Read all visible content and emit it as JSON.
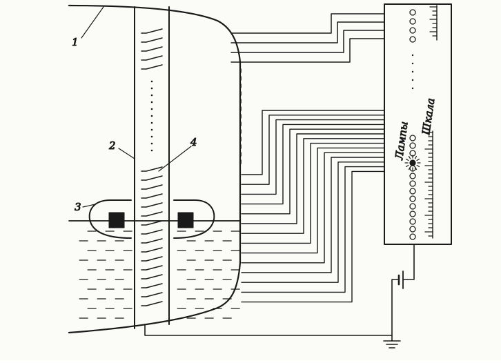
{
  "callouts": [
    "1",
    "2",
    "3",
    "4"
  ],
  "panel": {
    "lamps_label": "Лампы",
    "scale_label": "Шкала"
  },
  "colors": {
    "ink": "#1a1a1a",
    "paper": "#fbfbf8"
  },
  "icons": [
    "ground-symbol-icon",
    "battery-icon",
    "lit-lamp-icon"
  ]
}
